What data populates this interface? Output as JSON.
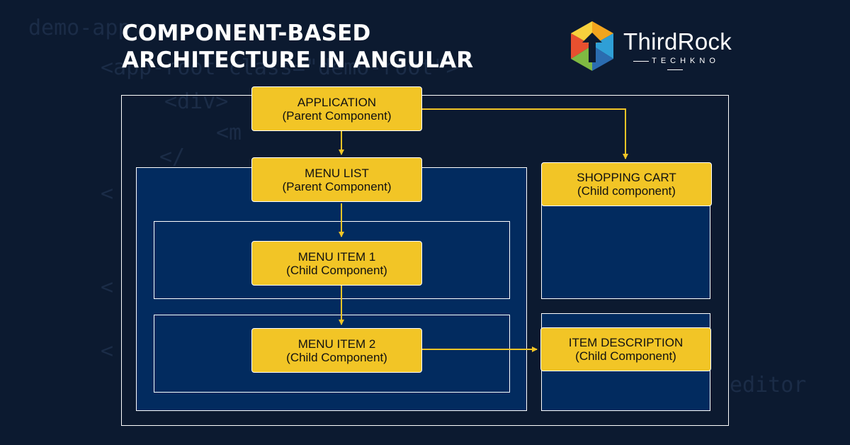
{
  "title": {
    "line1": "COMPONENT-BASED",
    "line2": "ARCHITECTURE IN ANGULAR"
  },
  "logo": {
    "name": "ThirdRock",
    "sub": "TECHKNO",
    "colors": [
      "#f2a51e",
      "#2f9fd6",
      "#2b6cb0",
      "#7fb942",
      "#e8502f"
    ]
  },
  "background_code": [
    "demo-app",
    "<app-root class=\"demo-root\">",
    "<div>",
    "<m",
    "</",
    "<",
    "<",
    "<",
    "editor"
  ],
  "nodes": {
    "application": {
      "name": "APPLICATION",
      "role": "(Parent Component)"
    },
    "menu_list": {
      "name": "MENU LIST",
      "role": "(Parent Component)"
    },
    "menu_item_1": {
      "name": "MENU ITEM 1",
      "role": "(Child Component)"
    },
    "menu_item_2": {
      "name": "MENU ITEM 2",
      "role": "(Child Component)"
    },
    "shopping_cart": {
      "name": "SHOPPING CART",
      "role": "(Child component)"
    },
    "item_description": {
      "name": "ITEM DESCRIPTION",
      "role": "(Child Component)"
    }
  },
  "colors": {
    "background": "#0c1a30",
    "panel": "#022b5f",
    "box": "#f2c526",
    "arrow": "#f2c526"
  }
}
